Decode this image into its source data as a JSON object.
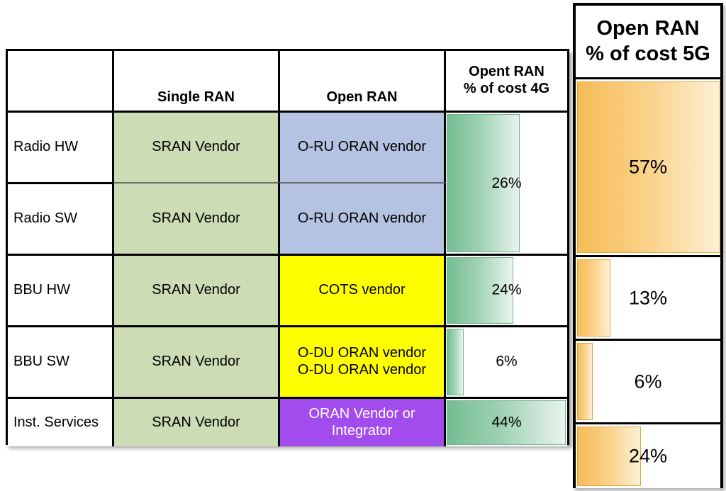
{
  "table": {
    "headers": {
      "row_label": "",
      "single_ran": "Single RAN",
      "open_ran": "Open RAN",
      "cost_4g": "Opent RAN\n% of cost 4G"
    },
    "rows": [
      {
        "label": "Radio HW",
        "single_ran": "SRAN Vendor",
        "open_ran": "O-RU ORAN vendor",
        "open_ran_fill": "blue"
      },
      {
        "label": "Radio SW",
        "single_ran": "SRAN Vendor",
        "open_ran": "O-RU ORAN vendor",
        "open_ran_fill": "blue"
      },
      {
        "label": "BBU HW",
        "single_ran": "SRAN Vendor",
        "open_ran": "COTS vendor",
        "open_ran_fill": "yellow"
      },
      {
        "label": "BBU SW",
        "single_ran": "SRAN Vendor",
        "open_ran": "O-DU ORAN vendor\nO-DU ORAN vendor",
        "open_ran_fill": "yellow"
      },
      {
        "label": "Inst. Services",
        "single_ran": "SRAN Vendor",
        "open_ran": "ORAN Vendor or\nIntegrator",
        "open_ran_fill": "purple"
      }
    ]
  },
  "panel_5g": {
    "title_line1": "Open RAN",
    "title_line2": "% of cost 5G"
  },
  "colors": {
    "single_ran_fill": "#ccdcb4",
    "radio_oran_fill": "#b4c3e1",
    "bbu_oran_fill": "#ffff00",
    "services_oran_fill": "#a24ced",
    "bar_4g_green": "#74bd92",
    "bar_5g_orange": "#f5bb56",
    "border": "#000000"
  },
  "chart_data": [
    {
      "type": "bar",
      "title": "Opent RAN % of cost 4G",
      "orientation": "horizontal",
      "categories": [
        "Radio HW + Radio SW",
        "BBU HW",
        "BBU SW",
        "Inst. Services"
      ],
      "values": [
        26,
        24,
        6,
        44
      ],
      "labels": [
        "26%",
        "24%",
        "6%",
        "44%"
      ],
      "unit": "%",
      "xlim": [
        0,
        45
      ],
      "grid": false,
      "legend": "none",
      "bar_widths_pct_of_cell": [
        60,
        55,
        14,
        98
      ]
    },
    {
      "type": "bar",
      "title": "Open RAN % of cost 5G",
      "orientation": "horizontal",
      "categories": [
        "Radio HW + Radio SW",
        "BBU HW",
        "BBU SW",
        "Inst. Services"
      ],
      "values": [
        57,
        13,
        6,
        24
      ],
      "labels": [
        "57%",
        "13%",
        "6%",
        "24%"
      ],
      "unit": "%",
      "xlim": [
        0,
        57
      ],
      "grid": false,
      "legend": "none",
      "bar_widths_pct_of_cell": [
        99,
        23,
        11,
        44
      ]
    }
  ]
}
